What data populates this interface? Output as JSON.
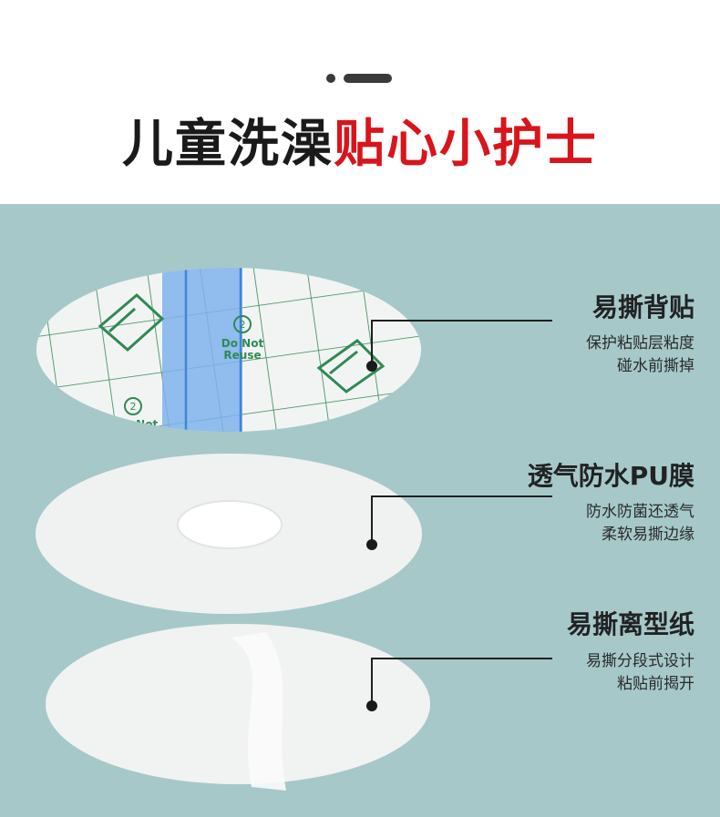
{
  "header": {
    "title_dark": "儿童洗澡",
    "title_red": "贴心小护士"
  },
  "colors": {
    "panel_bg": "#a6c8c9",
    "accent_red": "#d8151b",
    "grid_green": "#2f8a55",
    "blue_strip": "#7fb1ec"
  },
  "layers": [
    {
      "title": "易撕背贴",
      "desc": [
        "保护粘贴层粘度",
        "碰水前撕掉"
      ]
    },
    {
      "title": "透气防水PU膜",
      "desc": [
        "防水防菌还透气",
        "柔软易撕边缘"
      ]
    },
    {
      "title": "易撕离型纸",
      "desc": [
        "易撕分段式设计",
        "粘贴前揭开"
      ]
    }
  ],
  "patch_print": {
    "reuse_text_1": "Do Not",
    "reuse_text_2": "Reuse",
    "reuse_short": "Do Not"
  }
}
